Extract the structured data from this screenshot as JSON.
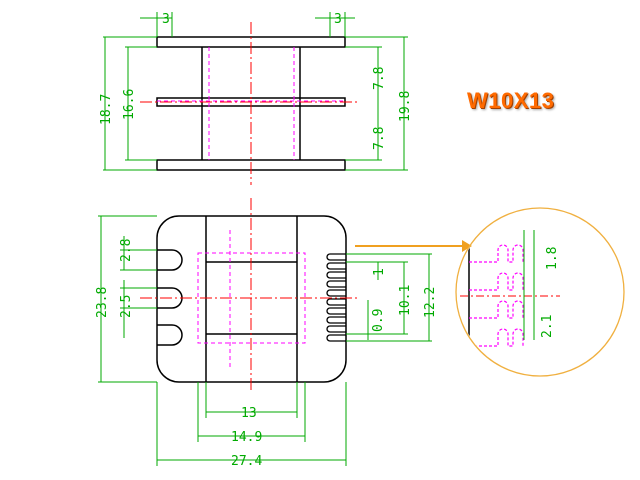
{
  "title": "W10X13",
  "colors": {
    "outline": "#000000",
    "dimension": "#00aa00",
    "centerline": "#ff0000",
    "hidden": "#ff00ff",
    "arrow": "#f0a020",
    "circle": "#f0b040"
  },
  "top_view": {
    "flange_width_left": "3",
    "flange_width_right": "3",
    "height_outer": "18.7",
    "height_inner": "16.6",
    "right_upper": "7.8",
    "right_lower": "7.8",
    "right_total": "19.8"
  },
  "front_view": {
    "pin_pitch_upper": "2.8",
    "pin_pitch_lower": "2.5",
    "total_height": "23.8",
    "slot_1": "1",
    "slot_09": "0.9",
    "dim_101": "10.1",
    "dim_122": "12.2",
    "width_13": "13",
    "width_149": "14.9",
    "width_274": "27.4"
  },
  "detail_view": {
    "dim_18": "1.8",
    "dim_21": "2.1"
  }
}
